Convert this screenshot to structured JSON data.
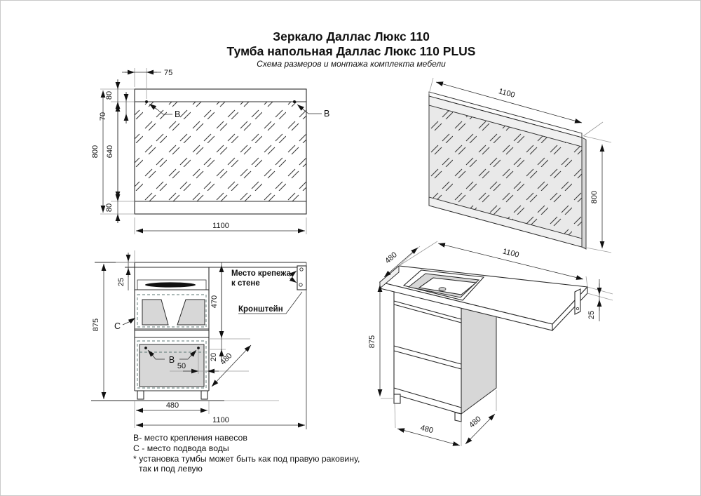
{
  "title": {
    "line1": "Зеркало Даллас Люкс 110",
    "line2": "Тумба напольная Даллас Люкс 110 PLUS",
    "subtitle": "Схема размеров и монтажа комплекта мебели"
  },
  "mirror_front": {
    "d75": "75",
    "d80_top": "80",
    "d70": "70",
    "d800": "800",
    "d640": "640",
    "d80_bottom": "80",
    "d1100": "1100",
    "b_left": "В",
    "b_right": "В"
  },
  "mirror_persp": {
    "d1100": "1100",
    "d800": "800"
  },
  "cab_front": {
    "d25": "25",
    "d470": "470",
    "d20": "20",
    "d50": "50",
    "d480_diag": "480",
    "d875": "875",
    "d480": "480",
    "d1100": "1100",
    "marker_c": "С",
    "marker_b": "В",
    "mount_line1": "Место крепежа",
    "mount_line2": "к стене",
    "bracket": "Кронштейн"
  },
  "cab_persp": {
    "d480_top": "480",
    "d1100": "1100",
    "d25": "25",
    "d875": "875",
    "d480_bottom": "480",
    "d480_side": "480"
  },
  "notes": {
    "line1": "В- место крепления навесов",
    "line2": "С - место подвода воды",
    "line3": "* установка тумбы может быть как под правую раковину,",
    "line4": "так и под левую"
  },
  "colors": {
    "line": "#2b2b2b",
    "shaded": "#d7d7d7",
    "glass": "#e9e9e9",
    "dashed": "#5a7470",
    "background": "#ffffff"
  }
}
